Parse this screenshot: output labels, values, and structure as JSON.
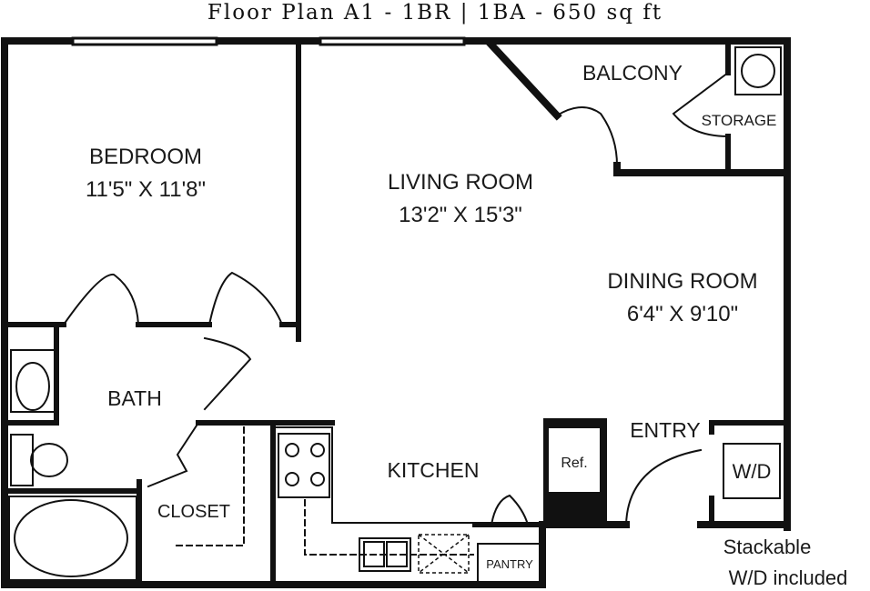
{
  "title": "Floor Plan A1 - 1BR | 1BA - 650 sq ft",
  "rooms": {
    "bedroom": {
      "name": "BEDROOM",
      "dims": "11'5\" X 11'8\""
    },
    "living": {
      "name": "LIVING ROOM",
      "dims": "13'2\" X 15'3\""
    },
    "dining": {
      "name": "DINING ROOM",
      "dims": "6'4\" X 9'10\""
    },
    "balcony": {
      "name": "BALCONY"
    },
    "storage": {
      "name": "STORAGE"
    },
    "bath": {
      "name": "BATH"
    },
    "closet": {
      "name": "CLOSET"
    },
    "kitchen": {
      "name": "KITCHEN"
    },
    "entry": {
      "name": "ENTRY"
    },
    "pantry": {
      "name": "PANTRY"
    }
  },
  "fixtures": {
    "refrigerator": "Ref.",
    "washer_dryer": "W/D"
  },
  "notes": {
    "line1": "Stackable",
    "line2": "W/D included"
  }
}
